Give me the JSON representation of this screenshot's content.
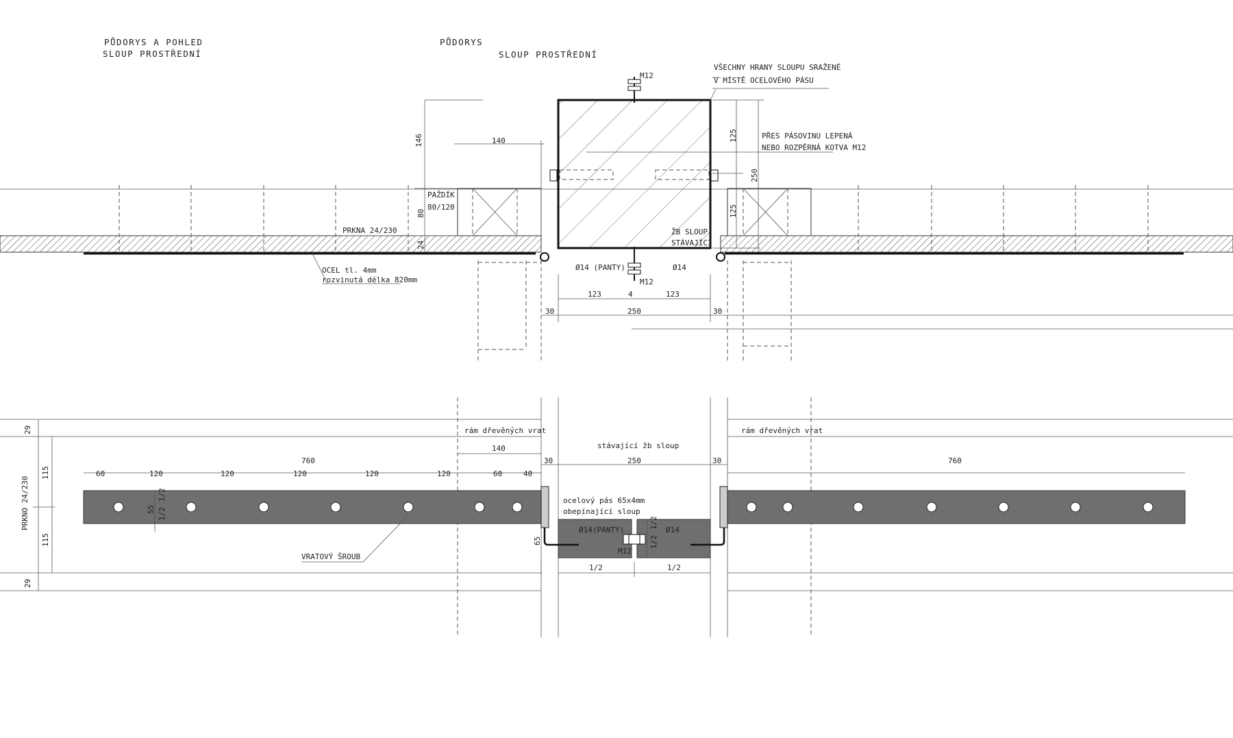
{
  "headings": {
    "left_line1": "PŮDORYS A POHLED",
    "left_line2": "SLOUP PROSTŘEDNÍ",
    "mid_line1": "PŮDORYS",
    "mid_line2": "SLOUP PROSTŘEDNÍ"
  },
  "plan": {
    "note_edges_1": "VŠECHNY HRANY SLOUPU SRAŽENÉ",
    "note_edges_2": "V MÍSTĚ OCELOVÉHO PÁSU",
    "note_anchor_1": "PŘES PÁSOVINU LEPENÁ",
    "note_anchor_2": "NEBO ROZPĚRNÁ KOTVA M12",
    "bolt_top": "M12",
    "bolt_bottom": "M12",
    "padzik_1": "PAŽDÍK",
    "padzik_2": "80/120",
    "boards": "PRKNA 24/230",
    "column_1": "ŽB SLOUP",
    "column_2": "STÁVAJÍCÍ",
    "steel_1": "OCEL tl. 4mm",
    "steel_2": "rozvinutá délka 820mm",
    "hinge_left": "Ø14 (PANTY)",
    "hinge_right": "Ø14",
    "dims": {
      "d146": "146",
      "d140": "140",
      "d80": "80",
      "d24": "24",
      "d125a": "125",
      "d125b": "125",
      "d250v": "250",
      "d123a": "123",
      "d4": "4",
      "d123b": "123",
      "d30a": "30",
      "d250": "250",
      "d30b": "30"
    }
  },
  "elevation": {
    "frame_left": "rám dřevěných vrat",
    "frame_right": "rám dřevěných vrat",
    "column_label": "stávající žb sloup",
    "strap_1": "ocelový pás 65x4mm",
    "strap_2": "obepínající sloup",
    "hinge_left": "Ø14(PANTY)",
    "hinge_right": "Ø14",
    "bolt": "M12",
    "carriage_bolt": "VRATOVÝ ŠROUB",
    "board_label": "PRKNO 24/230",
    "dims": {
      "d140": "140",
      "d760l": "760",
      "d30a": "30",
      "d250": "250",
      "d30b": "30",
      "d760r": "760",
      "seg": [
        "60",
        "120",
        "120",
        "120",
        "120",
        "120",
        "60",
        "40"
      ],
      "v29a": "29",
      "v115a": "115",
      "v115b": "115",
      "v29b": "29",
      "v55": "55",
      "vhalf_a": "1/2",
      "vhalf_b": "1/2",
      "v65": "65",
      "half_a": "1/2",
      "half_b": "1/2",
      "half_c": "1/2",
      "half_d": "1/2"
    }
  }
}
